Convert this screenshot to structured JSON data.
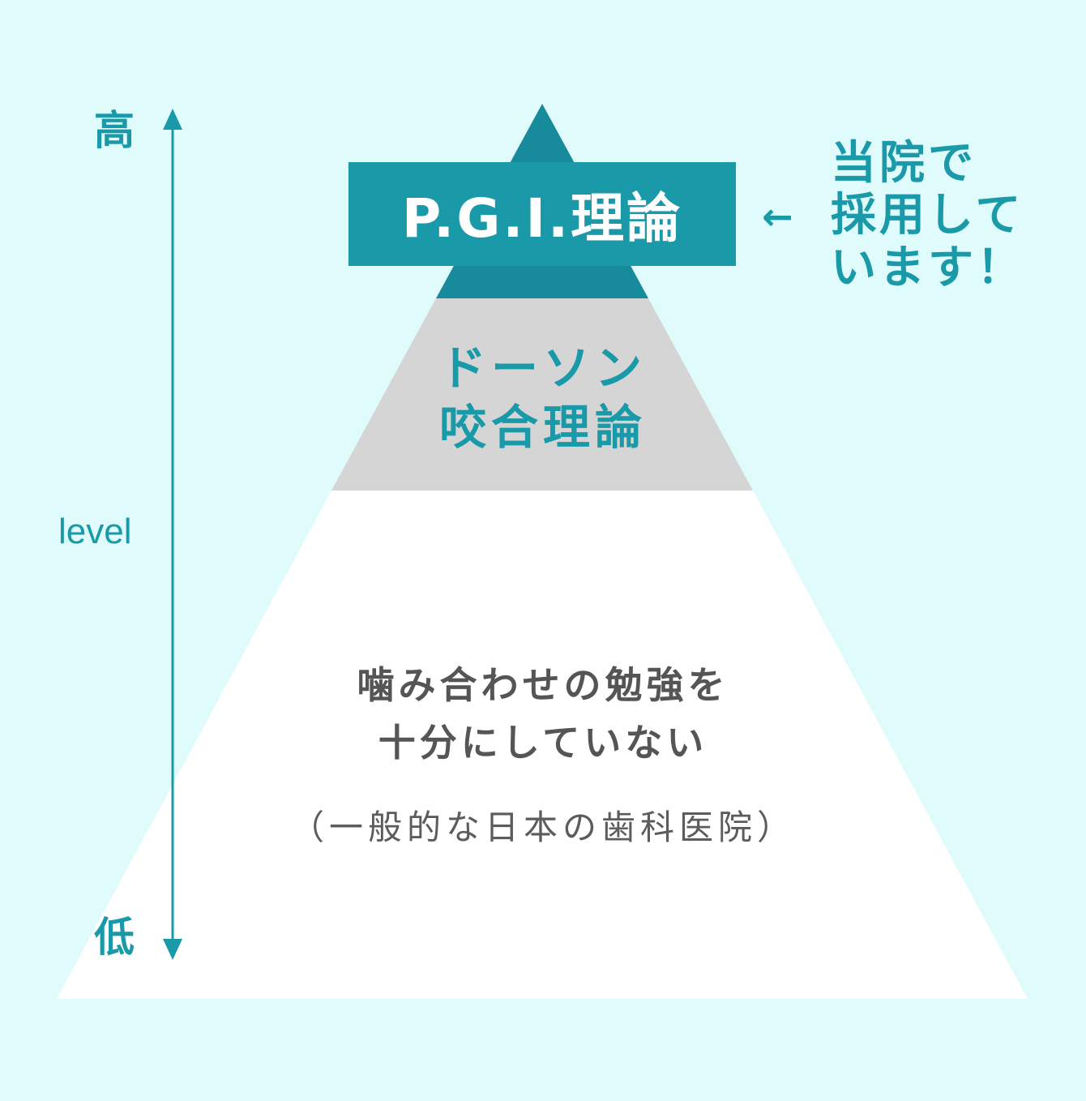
{
  "colors": {
    "background": "#e0fbfb",
    "accent": "#1a9aa8",
    "top_tier": "#178a9c",
    "label_box": "#1a9aa8",
    "middle_tier": "#d5d5d5",
    "bottom_tier": "#ffffff",
    "body_text": "#555555"
  },
  "axis": {
    "high_label": "高",
    "middle_label": "level",
    "low_label": "低"
  },
  "tiers": {
    "top": {
      "label": "P.G.I.理論"
    },
    "middle": {
      "line1": "ドーソン",
      "line2": "咬合理論"
    },
    "bottom": {
      "line1": "噛み合わせの勉強を",
      "line2": "十分にしていない",
      "sub": "（一般的な日本の歯科医院）"
    }
  },
  "callout": {
    "arrow": "←",
    "line1": "当院で",
    "line2": "採用して",
    "line3": "います！"
  }
}
